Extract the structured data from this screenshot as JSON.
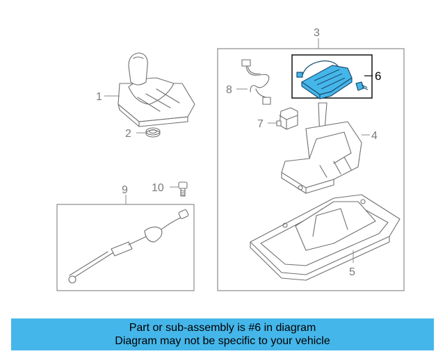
{
  "diagram": {
    "callouts": {
      "c1": "1",
      "c2": "2",
      "c3": "3",
      "c4": "4",
      "c5": "5",
      "c6": "6",
      "c7": "7",
      "c8": "8",
      "c9": "9",
      "c10": "10"
    },
    "highlight_color": "#45b6ea",
    "line_color": "#6f6f6f"
  },
  "banner": {
    "line1": "Part or sub-assembly is #6 in diagram",
    "line2": "Diagram may not be specific to your vehicle",
    "background": "#45b6ea"
  }
}
